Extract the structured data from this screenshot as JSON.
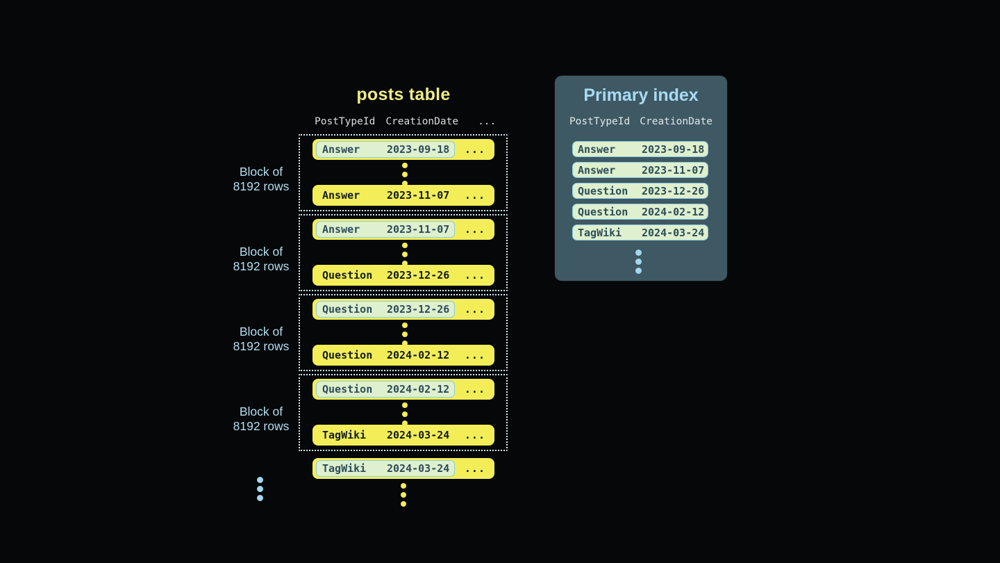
{
  "posts_table": {
    "title": "posts table",
    "headers": [
      "PostTypeId",
      "CreationDate",
      "..."
    ],
    "block_label": {
      "line1": "Block of",
      "line2": "8192 rows"
    },
    "row_ellipsis": "...",
    "blocks": [
      {
        "first": {
          "type": "Answer",
          "date": "2023-09-18"
        },
        "last": {
          "type": "Answer",
          "date": "2023-11-07"
        }
      },
      {
        "first": {
          "type": "Answer",
          "date": "2023-11-07"
        },
        "last": {
          "type": "Question",
          "date": "2023-12-26"
        }
      },
      {
        "first": {
          "type": "Question",
          "date": "2023-12-26"
        },
        "last": {
          "type": "Question",
          "date": "2024-02-12"
        }
      },
      {
        "first": {
          "type": "Question",
          "date": "2024-02-12"
        },
        "last": {
          "type": "TagWiki",
          "date": "2024-03-24"
        }
      }
    ],
    "overflow_row": {
      "type": "TagWiki",
      "date": "2024-03-24"
    }
  },
  "primary_index": {
    "title": "Primary index",
    "headers": [
      "PostTypeId",
      "CreationDate"
    ],
    "rows": [
      {
        "type": "Answer",
        "date": "2023-09-18"
      },
      {
        "type": "Answer",
        "date": "2023-11-07"
      },
      {
        "type": "Question",
        "date": "2023-12-26"
      },
      {
        "type": "Question",
        "date": "2024-02-12"
      },
      {
        "type": "TagWiki",
        "date": "2024-03-24"
      }
    ]
  },
  "colors": {
    "background": "#050708",
    "row_yellow": "#f3ee58",
    "title_yellow": "#efec85",
    "highlight_green": "#def0cd",
    "highlight_border_blue": "#8fcbe0",
    "panel_slate": "#3e5964",
    "accent_light_blue": "#a9dbf2",
    "dotted_border": "#d8eef8",
    "dark_text": "#121c23",
    "slate_text": "#2e4c5b"
  }
}
